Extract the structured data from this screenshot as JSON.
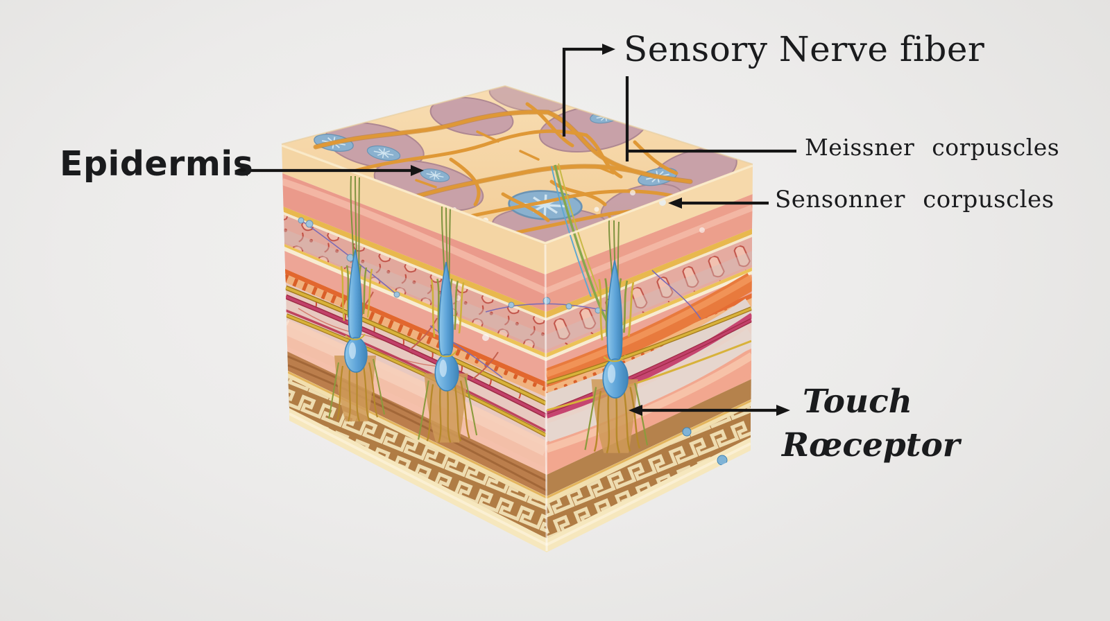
{
  "figure": {
    "background": "#eeedec",
    "label_color": "#1a1b1d",
    "labels": {
      "sensory_nerve_fiber": "Sensory Nerve fiber",
      "epidermis": "Epidermis",
      "meissner_corpuscles": "Meissner corpuscles",
      "sensonner_corpuscles": "Sensonner corpuscles",
      "touch_receptor_line1": "Touch",
      "touch_receptor_line2": "Rœceptor"
    },
    "palette": {
      "epidermis_surface": "#f6d8aa",
      "epidermis_cell_mauve": "#c49da9",
      "cell_nucleus_blue": "#8ab1cf",
      "nerve_fiber_orange": "#df9836",
      "nerve_fiber_yellow": "#d8b23a",
      "receptor_blue": "#5da3d8",
      "vessel_crimson": "#c2406a",
      "dermis_pink": "#eca294",
      "hypodermis_brown": "#bb7e4c",
      "base_maze_tan": "#b07c44",
      "base_maze_cream": "#eedcb0",
      "leader_line_black": "#151515"
    }
  }
}
